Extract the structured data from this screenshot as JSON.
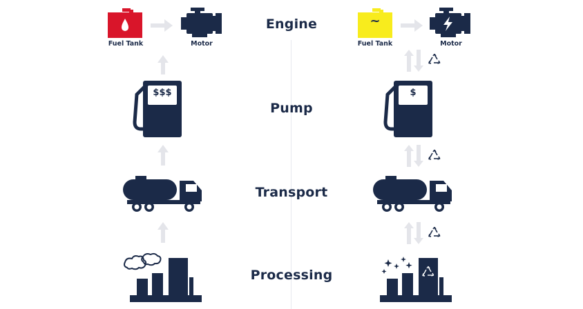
{
  "stages": {
    "engine": "Engine",
    "pump": "Pump",
    "transport": "Transport",
    "processing": "Processing"
  },
  "left": {
    "tank_label": "Fuel Tank",
    "motor_label": "Motor",
    "pump_price": "$$$"
  },
  "right": {
    "tank_label": "Fuel Tank",
    "motor_label": "Motor",
    "pump_price": "$",
    "tank_symbol": "~"
  },
  "colors": {
    "navy": "#1b2a48",
    "red": "#d9152a",
    "yellow": "#f8ec1d",
    "arrow_gray": "#e4e5ea"
  },
  "icons": [
    "fuel-tank-icon",
    "motor-icon",
    "fuel-pump-icon",
    "tanker-truck-icon",
    "refinery-icon",
    "recycle-icon",
    "bidirectional-arrow-icon"
  ]
}
